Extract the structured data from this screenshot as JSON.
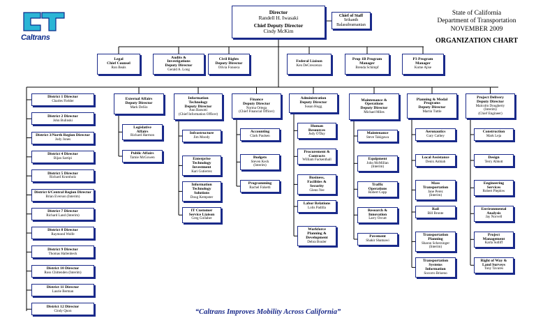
{
  "header": {
    "org": "State of California",
    "dept": "Department of Transportation",
    "date": "NOVEMBER 2009",
    "chart_title": "ORGANIZATION CHART",
    "logo_text": "Caltrans"
  },
  "director": {
    "t1": "Director",
    "n1": "Randell H. Iwasaki",
    "t2": "Chief Deputy Director",
    "n2": "Cindy McKim"
  },
  "chief_staff": {
    "t": "Chief of Staff",
    "n1": "Srikanth",
    "n2": "Balasubramanian"
  },
  "staff": [
    {
      "t": "Legal\nChief Counsel",
      "n": "Ron Beals"
    },
    {
      "t": "Audits &\nInvestigations\nDeputy Director",
      "n": "Gerald A. Long"
    },
    {
      "t": "Civil Rights\nDeputy Director",
      "n": "Olivia Fonseca"
    },
    {
      "t": "Federal Liaison",
      "n": "Ken DeCrescenzo"
    },
    {
      "t": "Prop 1B Program\nManager",
      "n": "Brenda Schimpf"
    },
    {
      "t": "P3 Program\nManager",
      "n": "Kome Ajise"
    }
  ],
  "districts": [
    {
      "t": "District 1 Director",
      "n": "Charles Fielder"
    },
    {
      "t": "District 2 Director",
      "n": "John Bulinski"
    },
    {
      "t": "District 3/North Region Director",
      "n": "Jody Jones"
    },
    {
      "t": "District 4 Director",
      "n": "Bijan Sartipi"
    },
    {
      "t": "District 5 Director",
      "n": "Richard Krumholz"
    },
    {
      "t": "District 6/Central Region Director",
      "n": "Brian Everson (Interim)"
    },
    {
      "t": "District 7 Director",
      "n": "Richard Land (Interim)"
    },
    {
      "t": "District 8 Director",
      "n": "Raymond Wolfe"
    },
    {
      "t": "District 9 Director",
      "n": "Thomas Hallenbeck"
    },
    {
      "t": "District 10 Director",
      "n": "Ross Chittenden (Interim)"
    },
    {
      "t": "District 11 Director",
      "n": "Laurie Berman"
    },
    {
      "t": "District 12 Director",
      "n": "Cindy Quon"
    }
  ],
  "divisions": [
    {
      "t": "External Affairs\nDeputy Director",
      "n": "Mark DeSio",
      "subs": [
        {
          "t": "Legislative\nAffairs",
          "n": "Richard Harmon"
        },
        {
          "t": "Public Affairs",
          "n": "Tamie McGowen"
        }
      ]
    },
    {
      "t": "Information\nTechnology\nDeputy Director",
      "n": "Ann Barsotti\n(Chief Information Officer)",
      "subs": [
        {
          "t": "Infrastructure",
          "n": "Jim Moody"
        },
        {
          "t": "Enterprise\nTechnology\nInvestment",
          "n": "Kari Gutierrez"
        },
        {
          "t": "Information\nTechnology\nSolutions",
          "n": "Doug Kempster"
        },
        {
          "t": "IT Customer\nService Liaison",
          "n": "Greg Gollaher"
        }
      ]
    },
    {
      "t": "Finance\nDeputy Director",
      "n": "Norma Ortega\n(Chief Financial Officer)",
      "subs": [
        {
          "t": "Accounting",
          "n": "Clark Paulsen"
        },
        {
          "t": "Budgets",
          "n": "Steven Keck\n(Interim)"
        },
        {
          "t": "Programming",
          "n": "Rachel Falsetti"
        }
      ]
    },
    {
      "t": "Administration\nDeputy Director",
      "n": "Susan Hogg",
      "subs": [
        {
          "t": "Human\nResources",
          "n": "Judy O'Day"
        },
        {
          "t": "Procurement &\nContracts",
          "n": "William Fackenthall"
        },
        {
          "t": "Business,\nFacilities &\nSecurity",
          "n": "Glenn Yee"
        },
        {
          "t": "Labor Relations",
          "n": "Lolis Padilla"
        },
        {
          "t": "Workforce\nPlanning &\nDevelopment",
          "n": "Debra Bouler"
        }
      ]
    },
    {
      "t": "Maintenance &\nOperations\nDeputy Director",
      "n": "Michael Miles",
      "subs": [
        {
          "t": "Maintenance",
          "n": "Steve Takigawa"
        },
        {
          "t": "Equipment",
          "n": "John McMillan\n(Interim)"
        },
        {
          "t": "Traffic\nOperations",
          "n": "Robert Copp"
        },
        {
          "t": "Research &\nInnovation",
          "n": "Larry Orcutt"
        },
        {
          "t": "Pavement",
          "n": "Shakir Shatnawi"
        }
      ]
    },
    {
      "t": "Planning & Modal\nPrograms\nDeputy Director",
      "n": "Martin Tuttle",
      "subs": [
        {
          "t": "Aeronautics",
          "n": "Gary Cathey"
        },
        {
          "t": "Local Assistance",
          "n": "Denix Anbiah"
        },
        {
          "t": "Mass\nTransportation",
          "n": "Jane Perez\n(Interim)"
        },
        {
          "t": "Rail",
          "n": "Bill Bronte"
        },
        {
          "t": "Transportation\nPlanning",
          "n": "Sharon Scherzinger\n(Interim)"
        },
        {
          "t": "Transportation\nSystems\nInformation",
          "n": "Socorro Briseno"
        }
      ]
    },
    {
      "t": "Project Delivery\nDeputy Director",
      "n": "Malcolm Dougherty\n(Interim)\n(Chief Engineer)",
      "subs": [
        {
          "t": "Construction",
          "n": "Mark Leja"
        },
        {
          "t": "Design",
          "n": "Terry Abbott"
        },
        {
          "t": "Engineering\nServices",
          "n": "Robert Pieplow"
        },
        {
          "t": "Environmental\nAnalysis",
          "n": "Jay Norvell"
        },
        {
          "t": "Project\nManagement",
          "n": "Karla Sutliff"
        },
        {
          "t": "Right of Way &\nLand Surveys",
          "n": "Tony Tavares"
        }
      ]
    }
  ],
  "footer": "“Caltrans Improves Mobility Across California”"
}
